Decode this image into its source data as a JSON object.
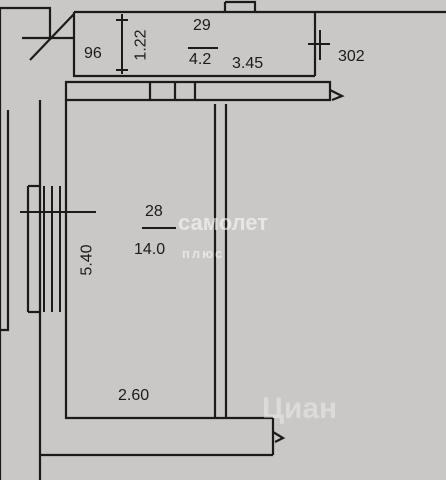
{
  "rooms": {
    "r29": {
      "number": "29",
      "area": "4.2"
    },
    "r28": {
      "number": "28",
      "area": "14.0"
    }
  },
  "dimensions": {
    "d96": "96",
    "d122": "1.22",
    "d345": "3.45",
    "d302": "302",
    "d540": "5.40",
    "d260": "2.60"
  },
  "watermark": {
    "brand": "самолет",
    "sub": "плюс",
    "site": "Циан"
  },
  "colors": {
    "paper": "#c9c8c6",
    "ink": "#1b1b1b"
  }
}
